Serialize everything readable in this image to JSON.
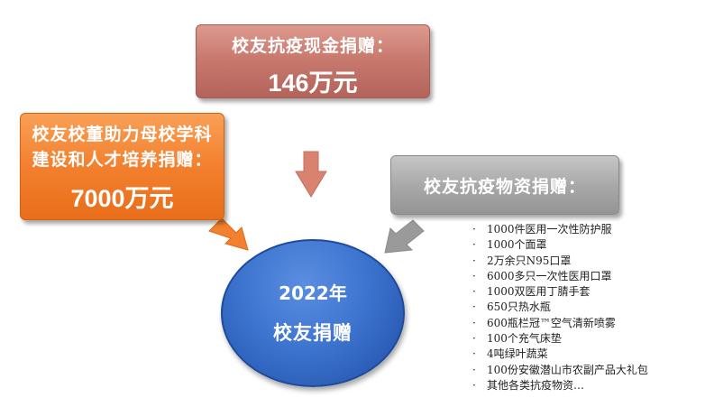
{
  "top_box": {
    "line1": "校友抗疫现金捐赠：",
    "line2": "146万元"
  },
  "left_box": {
    "line1": "校友校董助力母校学科",
    "line2": "建设和人才培养捐赠：",
    "line3": "7000万元"
  },
  "right_box": {
    "line1": "校友抗疫物资捐赠："
  },
  "center_circle": {
    "line1": "2022年",
    "line2": "校友捐赠"
  },
  "colors": {
    "top_box": "#c97a6f",
    "left_box": "#f3802e",
    "right_box": "#a9a9a9",
    "center_circle": "#3d74cf",
    "arrow_down": "#d9826f",
    "arrow_left": "#f3802e",
    "arrow_right": "#9a9a9a"
  },
  "bullet": "·",
  "supplies": [
    "1000件医用一次性防护服",
    "1000个面罩",
    "2万余只N95口罩",
    "6000多只一次性医用口罩",
    "1000双医用丁腈手套",
    "650只热水瓶",
    "600瓶栏冠™空气清新喷雾",
    "100个充气床垫",
    "4吨绿叶蔬菜",
    "100份安徽潜山市农副产品大礼包",
    "其他各类抗疫物资…"
  ]
}
